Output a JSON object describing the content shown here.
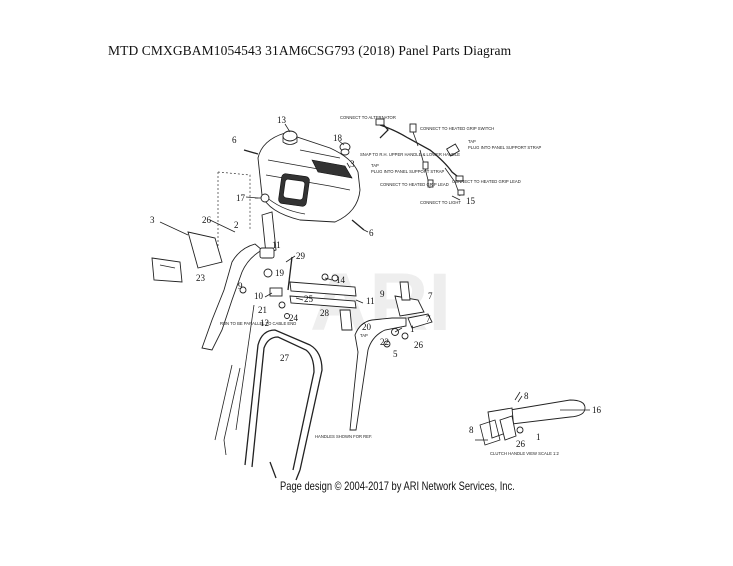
{
  "title": "MTD CMXGBAM1054543 31AM6CSG793 (2018) Panel Parts Diagram",
  "footer": "Page design © 2004-2017 by ARI Network Services, Inc.",
  "watermark": "ARI",
  "callouts": [
    "13",
    "18",
    "6",
    "3",
    "17",
    "6",
    "15",
    "26",
    "2",
    "3",
    "11",
    "29",
    "19",
    "23",
    "14",
    "9",
    "10",
    "25",
    "21",
    "12",
    "24",
    "9",
    "11",
    "7",
    "28",
    "20",
    "7",
    "1",
    "22",
    "5",
    "26",
    "27",
    "8",
    "16",
    "8",
    "26",
    "1"
  ],
  "notes": [
    "CONNECT TO ALTERNATOR",
    "CONNECT TO HEATED GRIP SWITCH",
    "TAP",
    "PLUG INTO PANEL SUPPORT STRAP",
    "SNAP TO R.H. UPPER HANDLE & LOWER HANDLE",
    "TAP",
    "PLUG INTO PANEL SUPPORT STRAP",
    "CONNECT TO HEATED GRIP LEAD",
    "CONNECT TO HEATED GRIP LEAD",
    "CONNECT TO LIGHT",
    "RUN TO BE PARALLEL TO CABLE END",
    "TAP",
    "HANDLES SHOWN FOR REF.",
    "CLUTCH HANDLE VIEW SCALE 1:2"
  ]
}
